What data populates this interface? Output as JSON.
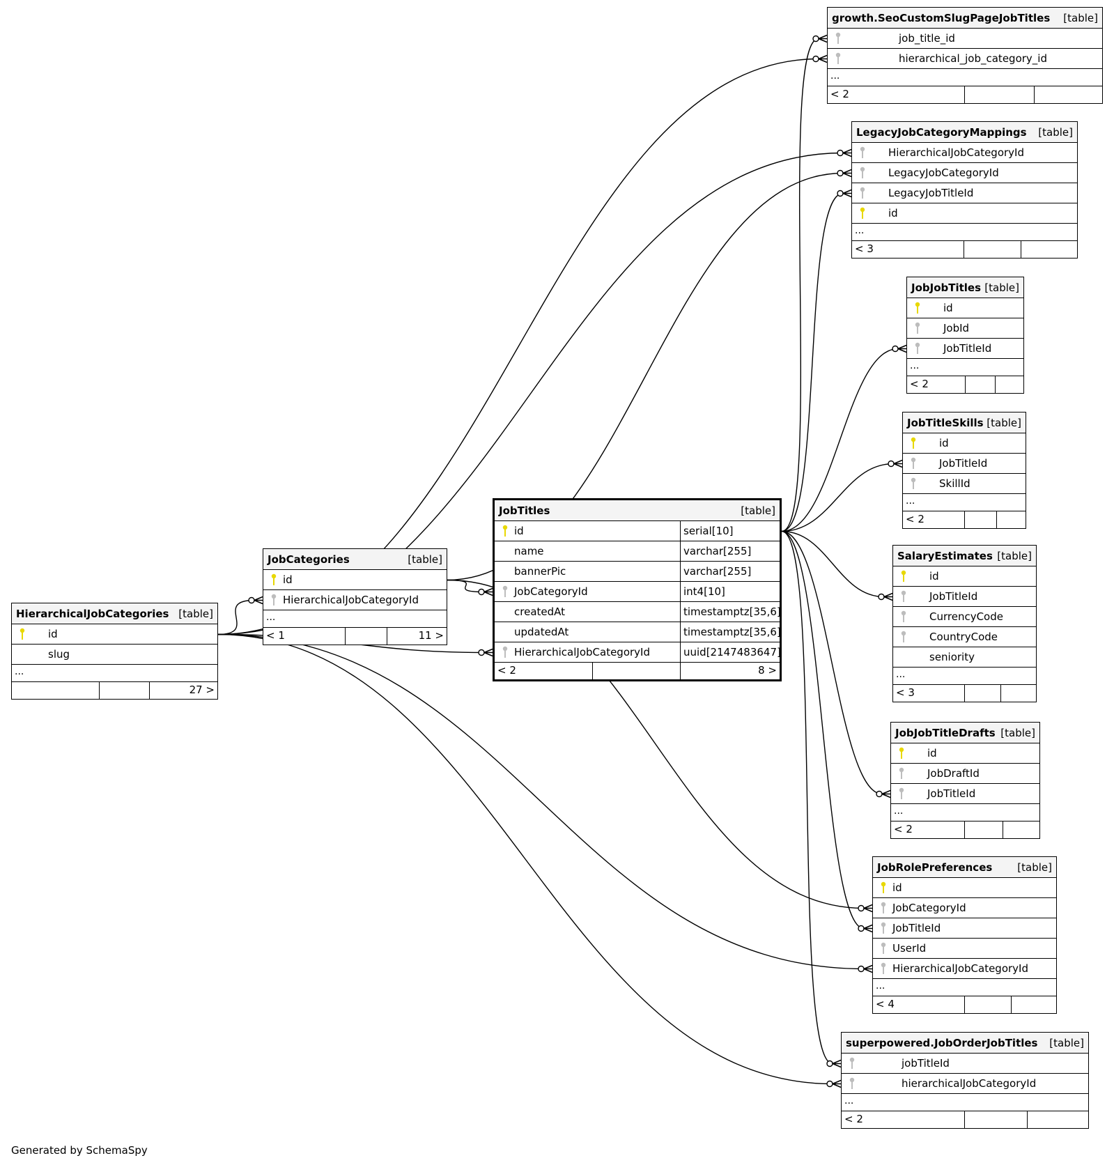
{
  "tables": {
    "growth": {
      "name": "growth.SeoCustomSlugPageJobTitles",
      "kind": "[table]",
      "columns": [
        {
          "name": "job_title_id",
          "key": "fk"
        },
        {
          "name": "hierarchical_job_category_id",
          "key": "fk"
        }
      ],
      "more": "...",
      "parents": "< 2",
      "children": ""
    },
    "legacy": {
      "name": "LegacyJobCategoryMappings",
      "kind": "[table]",
      "columns": [
        {
          "name": "HierarchicalJobCategoryId",
          "key": "fk"
        },
        {
          "name": "LegacyJobCategoryId",
          "key": "fk"
        },
        {
          "name": "LegacyJobTitleId",
          "key": "fk"
        },
        {
          "name": "id",
          "key": "pk"
        }
      ],
      "more": "...",
      "parents": "< 3",
      "children": ""
    },
    "jobjobtitles": {
      "name": "JobJobTitles",
      "kind": "[table]",
      "columns": [
        {
          "name": "id",
          "key": "pk"
        },
        {
          "name": "JobId",
          "key": "fk"
        },
        {
          "name": "JobTitleId",
          "key": "fk"
        }
      ],
      "more": "...",
      "parents": "< 2",
      "children": ""
    },
    "jobtitleskills": {
      "name": "JobTitleSkills",
      "kind": "[table]",
      "columns": [
        {
          "name": "id",
          "key": "pk"
        },
        {
          "name": "JobTitleId",
          "key": "fk"
        },
        {
          "name": "SkillId",
          "key": "fk"
        }
      ],
      "more": "...",
      "parents": "< 2",
      "children": ""
    },
    "jobtitles": {
      "name": "JobTitles",
      "kind": "[table]",
      "columns": [
        {
          "name": "id",
          "key": "pk",
          "type": "serial[10]"
        },
        {
          "name": "name",
          "key": "",
          "type": "varchar[255]"
        },
        {
          "name": "bannerPic",
          "key": "",
          "type": "varchar[255]"
        },
        {
          "name": "JobCategoryId",
          "key": "fk",
          "type": "int4[10]"
        },
        {
          "name": "createdAt",
          "key": "",
          "type": "timestamptz[35,6]"
        },
        {
          "name": "updatedAt",
          "key": "",
          "type": "timestamptz[35,6]"
        },
        {
          "name": "HierarchicalJobCategoryId",
          "key": "fk",
          "type": "uuid[2147483647]"
        }
      ],
      "parents": "< 2",
      "children": "8 >"
    },
    "jobcategories": {
      "name": "JobCategories",
      "kind": "[table]",
      "columns": [
        {
          "name": "id",
          "key": "pk"
        },
        {
          "name": "HierarchicalJobCategoryId",
          "key": "fk"
        }
      ],
      "more": "...",
      "parents": "< 1",
      "children": "11 >"
    },
    "hjc": {
      "name": "HierarchicalJobCategories",
      "kind": "[table]",
      "columns": [
        {
          "name": "id",
          "key": "pk"
        },
        {
          "name": "slug",
          "key": ""
        }
      ],
      "more": "...",
      "parents": "",
      "children": "27 >"
    },
    "salary": {
      "name": "SalaryEstimates",
      "kind": "[table]",
      "columns": [
        {
          "name": "id",
          "key": "pk"
        },
        {
          "name": "JobTitleId",
          "key": "fk"
        },
        {
          "name": "CurrencyCode",
          "key": "fk"
        },
        {
          "name": "CountryCode",
          "key": "fk"
        },
        {
          "name": "seniority",
          "key": ""
        }
      ],
      "more": "...",
      "parents": "< 3",
      "children": ""
    },
    "drafts": {
      "name": "JobJobTitleDrafts",
      "kind": "[table]",
      "columns": [
        {
          "name": "id",
          "key": "pk"
        },
        {
          "name": "JobDraftId",
          "key": "fk"
        },
        {
          "name": "JobTitleId",
          "key": "fk"
        }
      ],
      "more": "...",
      "parents": "< 2",
      "children": ""
    },
    "rolepref": {
      "name": "JobRolePreferences",
      "kind": "[table]",
      "columns": [
        {
          "name": "id",
          "key": "pk"
        },
        {
          "name": "JobCategoryId",
          "key": "fk"
        },
        {
          "name": "JobTitleId",
          "key": "fk"
        },
        {
          "name": "UserId",
          "key": "fk"
        },
        {
          "name": "HierarchicalJobCategoryId",
          "key": "fk"
        }
      ],
      "more": "...",
      "parents": "< 4",
      "children": ""
    },
    "superpowered": {
      "name": "superpowered.JobOrderJobTitles",
      "kind": "[table]",
      "columns": [
        {
          "name": "jobTitleId",
          "key": "fk"
        },
        {
          "name": "hierarchicalJobCategoryId",
          "key": "fk"
        }
      ],
      "more": "...",
      "parents": "< 2",
      "children": ""
    }
  },
  "relationships": [
    {
      "from": "hjc.id",
      "to": "growth.hierarchical_job_category_id"
    },
    {
      "from": "hjc.id",
      "to": "legacy.HierarchicalJobCategoryId"
    },
    {
      "from": "hjc.id",
      "to": "jobcategories.HierarchicalJobCategoryId"
    },
    {
      "from": "hjc.id",
      "to": "jobtitles.HierarchicalJobCategoryId"
    },
    {
      "from": "hjc.id",
      "to": "rolepref.HierarchicalJobCategoryId"
    },
    {
      "from": "hjc.id",
      "to": "superpowered.hierarchicalJobCategoryId"
    },
    {
      "from": "jobcategories.id",
      "to": "jobtitles.JobCategoryId"
    },
    {
      "from": "jobcategories.id",
      "to": "legacy.LegacyJobCategoryId"
    },
    {
      "from": "jobcategories.id",
      "to": "rolepref.JobCategoryId"
    },
    {
      "from": "jobtitles.id",
      "to": "growth.job_title_id"
    },
    {
      "from": "jobtitles.id",
      "to": "legacy.LegacyJobTitleId"
    },
    {
      "from": "jobtitles.id",
      "to": "jobjobtitles.JobTitleId"
    },
    {
      "from": "jobtitles.id",
      "to": "jobtitleskills.JobTitleId"
    },
    {
      "from": "jobtitles.id",
      "to": "salary.JobTitleId"
    },
    {
      "from": "jobtitles.id",
      "to": "drafts.JobTitleId"
    },
    {
      "from": "jobtitles.id",
      "to": "rolepref.JobTitleId"
    },
    {
      "from": "jobtitles.id",
      "to": "superpowered.jobTitleId"
    }
  ],
  "colors": {
    "pk_key": "#e8d800",
    "fk_key": "#bdbdbd",
    "header_bg": "#f4f4f4",
    "line": "#000000"
  },
  "footer": "Generated by SchemaSpy"
}
